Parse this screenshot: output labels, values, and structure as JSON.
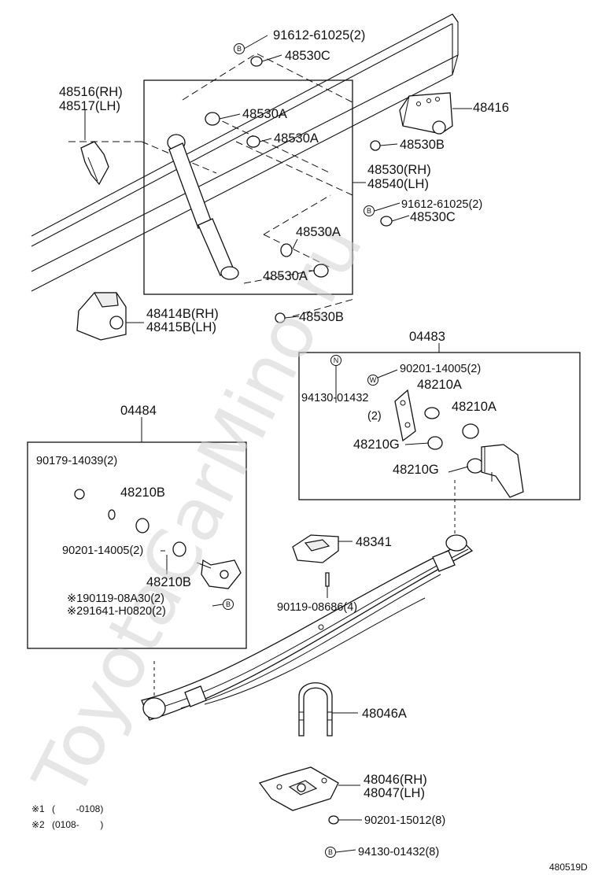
{
  "watermark": "ToyotaCarMino.ru",
  "diagram_code": "480519D",
  "groups": {
    "shock_kit": "04484",
    "front_bushing_kit": "04483"
  },
  "labels": {
    "p91612_top": "91612-61025(2)",
    "p48530c_top": "48530C",
    "p48516": "48516(RH)",
    "p48517": "48517(LH)",
    "p48530a_1": "48530A",
    "p48530a_2": "48530A",
    "p48416": "48416",
    "p48530b_1": "48530B",
    "p48530rh": "48530(RH)",
    "p48540lh": "48540(LH)",
    "p91612_mid": "91612-61025(2)",
    "p48530c_mid": "48530C",
    "p48530a_3": "48530A",
    "p48530a_4": "48530A",
    "p48414b": "48414B(RH)",
    "p48415b": "48415B(LH)",
    "p48530b_2": "48530B",
    "p90201_a": "90201-14005(2)",
    "p94130_a": "94130-01432",
    "p94130_a_qty": "(2)",
    "p48210a_1": "48210A",
    "p48210a_2": "48210A",
    "p48210g_1": "48210G",
    "p48210g_2": "48210G",
    "p90179": "90179-14039(2)",
    "p48210b_1": "48210B",
    "p90201_b": "90201-14005(2)",
    "p48210b_2": "48210B",
    "p90119_08a30": "※190119-08A30(2)",
    "p91641": "※291641-H0820(2)",
    "p48341": "48341",
    "p90119_08686": "90119-08686(4)",
    "p48046a": "48046A",
    "p48046": "48046(RH)",
    "p48047": "48047(LH)",
    "p90201_15012": "90201-15012(8)",
    "p94130_b": "94130-01432(8)"
  },
  "markers": {
    "b": "B",
    "n": "N",
    "w": "W"
  },
  "notes": [
    {
      "mark": "※1",
      "text": "(        -0108)"
    },
    {
      "mark": "※2",
      "text": "(0108-        )"
    }
  ]
}
